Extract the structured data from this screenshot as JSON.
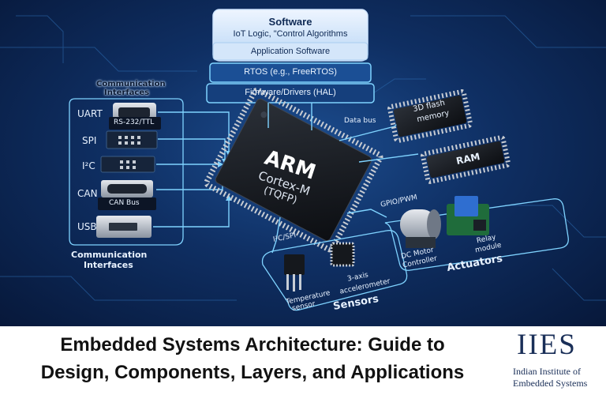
{
  "software": {
    "title": "Software",
    "subtitle": "IoT Logic, \"Control Algorithms",
    "layers": [
      "Application Software",
      "RTOS (e.g., FreeRTOS)",
      "Firmware/Drivers (HAL)"
    ]
  },
  "comm": {
    "title_top": [
      "Communication",
      "Interfaces"
    ],
    "title_bottom": [
      "Communication",
      "Interfaces"
    ],
    "interfaces": [
      {
        "name": "UART",
        "sublabel": "RS-232/TTL"
      },
      {
        "name": "SPI",
        "sublabel": ""
      },
      {
        "name": "I²C",
        "sublabel": ""
      },
      {
        "name": "CAN",
        "sublabel": "CAN Bus"
      },
      {
        "name": "USB",
        "sublabel": ""
      }
    ]
  },
  "mcu": {
    "line1": "ARM",
    "line2": "Cortex-M",
    "line3": "(TQFP)"
  },
  "memory": {
    "flash": [
      "3D flash",
      "memory"
    ],
    "ram": "RAM",
    "bus": "Data bus"
  },
  "actuators": {
    "bus": "GPIO/PWM",
    "title": "Actuators",
    "motor": [
      "DC Motor",
      "Controller"
    ],
    "relay": [
      "Relay",
      "module"
    ]
  },
  "sensors": {
    "bus": "I²C/SPI",
    "title": "Sensors",
    "temp": [
      "Temperature",
      "sensor"
    ],
    "accel": [
      "3-axis",
      "accelerometer"
    ]
  },
  "caption": {
    "line1": "Embedded Systems Architecture: Guide to",
    "line2": "Design, Components, Layers, and Applications"
  },
  "brand": {
    "acronym": "IIES",
    "name1": "Indian Institute of",
    "name2": "Embedded Systems"
  },
  "colors": {
    "bg_dark": "#07183a",
    "bg_mid": "#1c4d8f",
    "trace": "#7fd3ff",
    "chip": "#15181d"
  }
}
